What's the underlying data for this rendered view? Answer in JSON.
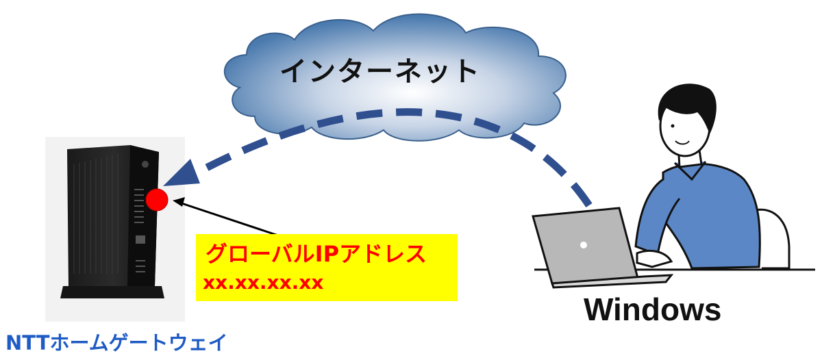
{
  "diagram": {
    "cloud": {
      "label": "インターネット",
      "icon": "cloud-icon"
    },
    "router": {
      "label": "NTTホームゲートウェイ",
      "icon": "router-icon",
      "indicator_color": "#ff0000"
    },
    "ip_callout": {
      "label": "グローバルIPアドレス",
      "value": "xx.xx.xx.xx",
      "background": "#ffff00",
      "text_color": "#ff0000"
    },
    "client": {
      "label": "Windows",
      "icon": "person-with-laptop-icon"
    },
    "colors": {
      "arrow": "#2f4f8f",
      "cloud_gradient": [
        "#ffffff",
        "#8fa8c9",
        "#3f6b9a"
      ],
      "gateway_label": "#1f5bc4"
    }
  }
}
